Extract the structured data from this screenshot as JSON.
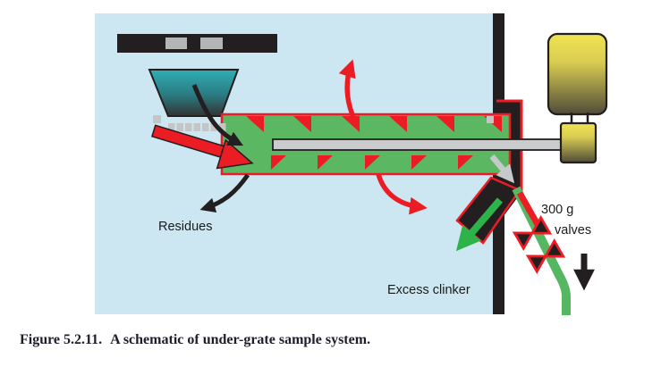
{
  "figure": {
    "caption_label": "Figure 5.2.11.",
    "caption_text": "A schematic of under-grate sample system."
  },
  "diagram": {
    "labels": {
      "residues": "Residues",
      "excess_clinker": "Excess clinker",
      "valve_weight": "300 g",
      "valves": "valves"
    },
    "colors": {
      "housing_background": "#cde7f2",
      "wall_black": "#231f20",
      "grate_green": "#5cb762",
      "accent_red": "#ec1c24",
      "rod_gray": "#c9cbcd",
      "pipe_green": "#56b763",
      "clinker_arrow_green": "#2eb34a",
      "sample_arrow_gray": "#c6c8ca",
      "cylinder_yellow": "#f0e14e",
      "cylinder_dark_olive": "#4f4b39",
      "funnel_teal": "#2fafb4"
    }
  }
}
